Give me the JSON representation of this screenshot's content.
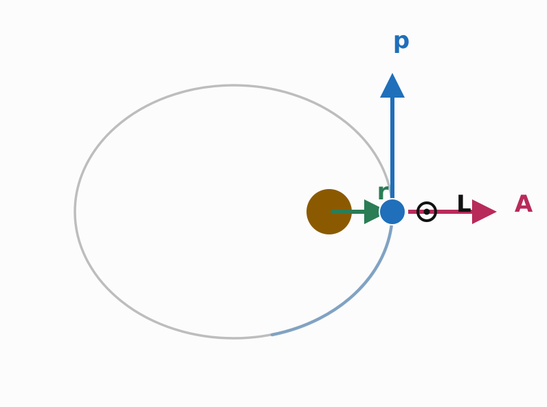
{
  "labels": {
    "momentum": "p",
    "position": "r",
    "angular_momentum": "L",
    "runge_lenz": "A"
  },
  "colors": {
    "background": "#fcfcfc",
    "orbit": "#bdbdbd",
    "trail": "#7a9fc2",
    "star": "#8b5a00",
    "planet": "#1f6fba",
    "momentum": "#1f6fba",
    "position": "#2a7d55",
    "angular_momentum": "#111111",
    "runge_lenz": "#b82a5a"
  },
  "icons": {
    "angular_momentum_symbol": "out-of-page-circle-dot-icon"
  }
}
